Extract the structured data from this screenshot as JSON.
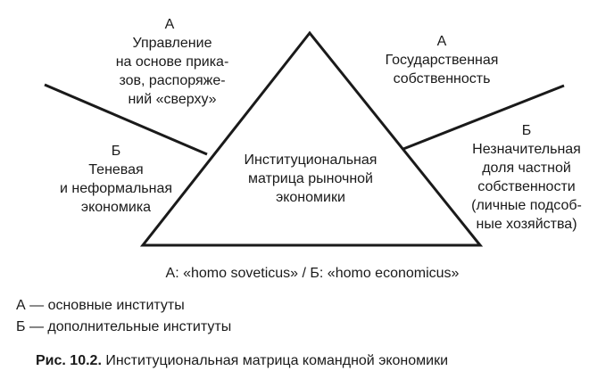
{
  "left_top": {
    "letter": "А",
    "lines": [
      "Управление",
      "на основе прика-",
      "зов, распоряже-",
      "ний «сверху»"
    ]
  },
  "left_bottom": {
    "letter": "Б",
    "lines": [
      "Теневая",
      "и неформальная",
      "экономика"
    ]
  },
  "center": {
    "lines": [
      "Институциональная",
      "матрица рыночной",
      "экономики"
    ]
  },
  "right_top": {
    "letter": "А",
    "lines": [
      "Государственная",
      "собственность"
    ]
  },
  "right_bottom": {
    "letter": "Б",
    "lines": [
      "Незначительная",
      "доля частной",
      "собственности",
      "(личные подсоб-",
      "ные хозяйства)"
    ]
  },
  "homo_line": "А: «homo soveticus» / Б: «homo economicus»",
  "legend": [
    "А — основные институты",
    "Б — дополнительные институты"
  ],
  "caption": {
    "prefix": "Рис. 10.2.",
    "text": "Институциональная матрица командной экономики"
  },
  "colors": {
    "ink": "#1a1a1a",
    "background": "#ffffff"
  }
}
